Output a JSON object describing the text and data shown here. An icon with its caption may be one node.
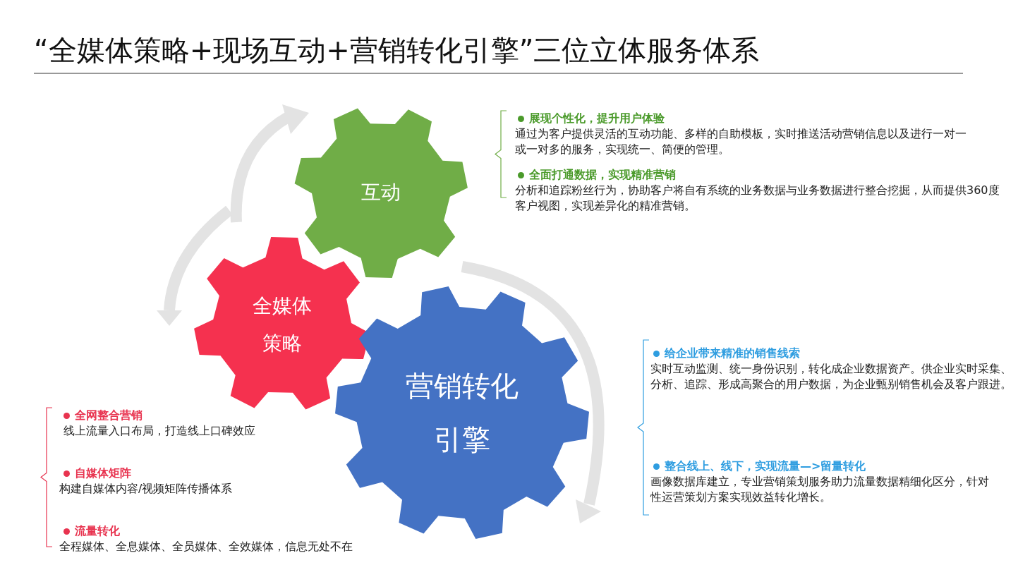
{
  "diagram": {
    "title": "“全媒体策略+现场互动+营销转化引擎”三位立体服务体系",
    "nodes": [
      {
        "text": [
          "互动"
        ]
      },
      {
        "text": [
          "全媒体策略"
        ]
      },
      {
        "text": [
          "营销转化引擎"
        ]
      }
    ],
    "labels": [
      "展现个性化，提升用户体验",
      "通过为客户提供灵活的互动功能、多样的自助模板，实时推送活动营销信息以及进行一对一或一对多的服务，实现统一、简便的管理。",
      "全面打通数据，实现精准营销",
      "分析和追踪粉丝行为，协助客户将自有系统的业务数据与业务数据进行整合挖掘，从而提供360度客户视图，实现差异化的精准营销。",
      "给企业带来精准的销售线索",
      "实时互动监测、统一身份识别，转化成企业数据资产。供企业实时采集、分析、追踪、形成高聚合的用户数据，为企业甄别销售机会及客户跟进。",
      "整合线上、线下，实现流量—>留量转化",
      "画像数据库建立，专业营销策划服务助力流量数据精细化区分，针对性运营策划方案实现效益转化增长。",
      "全网整合营销",
      "线上流量入口布局，打造线上口碑效应",
      "自媒体矩阵",
      "构建自媒体内容/视频矩阵传播体系",
      "流量转化",
      "全程媒体、全息媒体、全员媒体、全效媒体，信息无处不在"
    ]
  }
}
